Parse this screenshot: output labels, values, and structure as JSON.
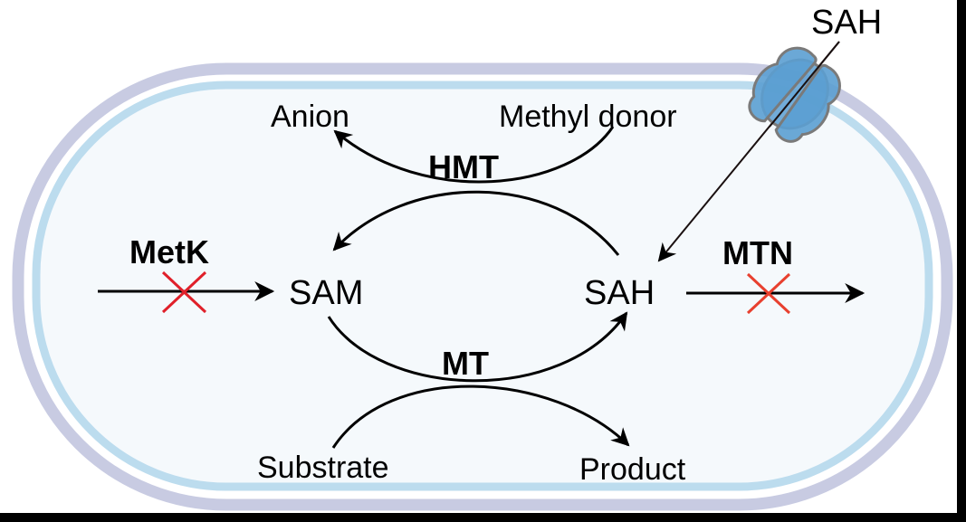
{
  "diagram": {
    "title": "SAM / SAH methylation cycle in a bacterial cell",
    "colors": {
      "outer_membrane": "#c8cbe2",
      "inner_membrane": "#bcdcee",
      "cytoplasm": "#f5f9fc",
      "transporter_fill": "#5b9fd2",
      "transporter_stroke": "#7a7a7a",
      "inhibition_cross": "#e0202a",
      "arrow": "#000000"
    },
    "nodes": {
      "sam": "SAM",
      "sah": "SAH",
      "sah_external": "SAH",
      "anion": "Anion",
      "methyl_donor": "Methyl donor",
      "substrate": "Substrate",
      "product": "Product"
    },
    "enzymes": {
      "metk": "MetK",
      "mtn": "MTN",
      "hmt": "HMT",
      "mt": "MT"
    },
    "edges": [
      {
        "from": "input",
        "to": "SAM",
        "enzyme": "MetK",
        "inhibited": true
      },
      {
        "from": "SAH",
        "to": "output",
        "enzyme": "MTN",
        "inhibited": true
      },
      {
        "from": "SAH",
        "to": "SAM",
        "enzyme": "HMT",
        "inhibited": false
      },
      {
        "from": "Methyl donor",
        "to": "Anion",
        "enzyme": "HMT",
        "inhibited": false
      },
      {
        "from": "SAM",
        "to": "SAH",
        "enzyme": "MT",
        "inhibited": false
      },
      {
        "from": "Substrate",
        "to": "Product",
        "enzyme": "MT",
        "inhibited": false
      },
      {
        "from": "SAH (external)",
        "to": "SAH",
        "via": "membrane transporter",
        "inhibited": false
      }
    ]
  }
}
